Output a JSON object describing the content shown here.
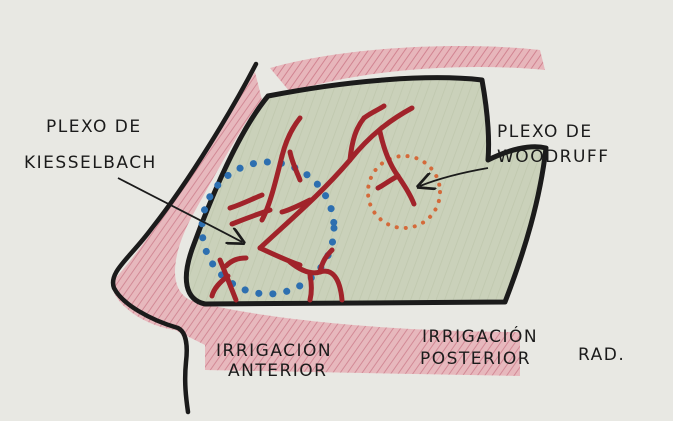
{
  "labels": {
    "kiesselbach_line1": "PLEXO DE",
    "kiesselbach_line2": "KIESSELBACH",
    "woodruff_line1": "PLEXO DE",
    "woodruff_line2": "WOODRUFF",
    "anterior_line1": "IRRIGACIÓN",
    "anterior_line2": "ANTERIOR",
    "posterior_line1": "IRRIGACIÓN",
    "posterior_line2": "POSTERIOR",
    "signature": "RAD."
  },
  "colors": {
    "paper": "#e8e8e3",
    "mucosa_fill": "#c9d0b8",
    "pink_pencil": "#d88a96",
    "vessel_red": "#a1232a",
    "kiesselbach_dots": "#2d6fb0",
    "woodruff_dots": "#d46a3a",
    "ink": "#1b1b1b"
  },
  "icons": {
    "kiesselbach_region": "blue-dotted-circle",
    "woodruff_region": "orange-dotted-circle",
    "pointer": "arrow"
  }
}
